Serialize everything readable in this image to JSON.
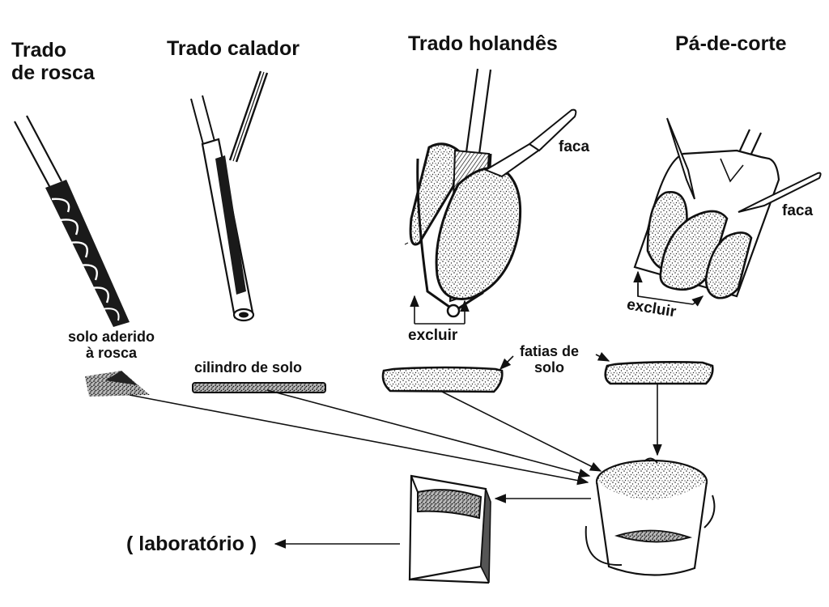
{
  "titles": {
    "trado_rosca": "Trado\nde rosca",
    "trado_calador": "Trado calador",
    "trado_holandes": "Trado holandês",
    "pa_de_corte": "Pá-de-corte"
  },
  "labels": {
    "faca_holandes": "faca",
    "faca_pa": "faca",
    "excluir_holandes": "excluir",
    "excluir_pa": "excluir",
    "solo_aderido": "solo aderido\nà rosca",
    "cilindro_de_solo": "cilindro de solo",
    "fatias_de_solo": "fatias de\nsolo",
    "laboratorio": "( laboratório )"
  }
}
